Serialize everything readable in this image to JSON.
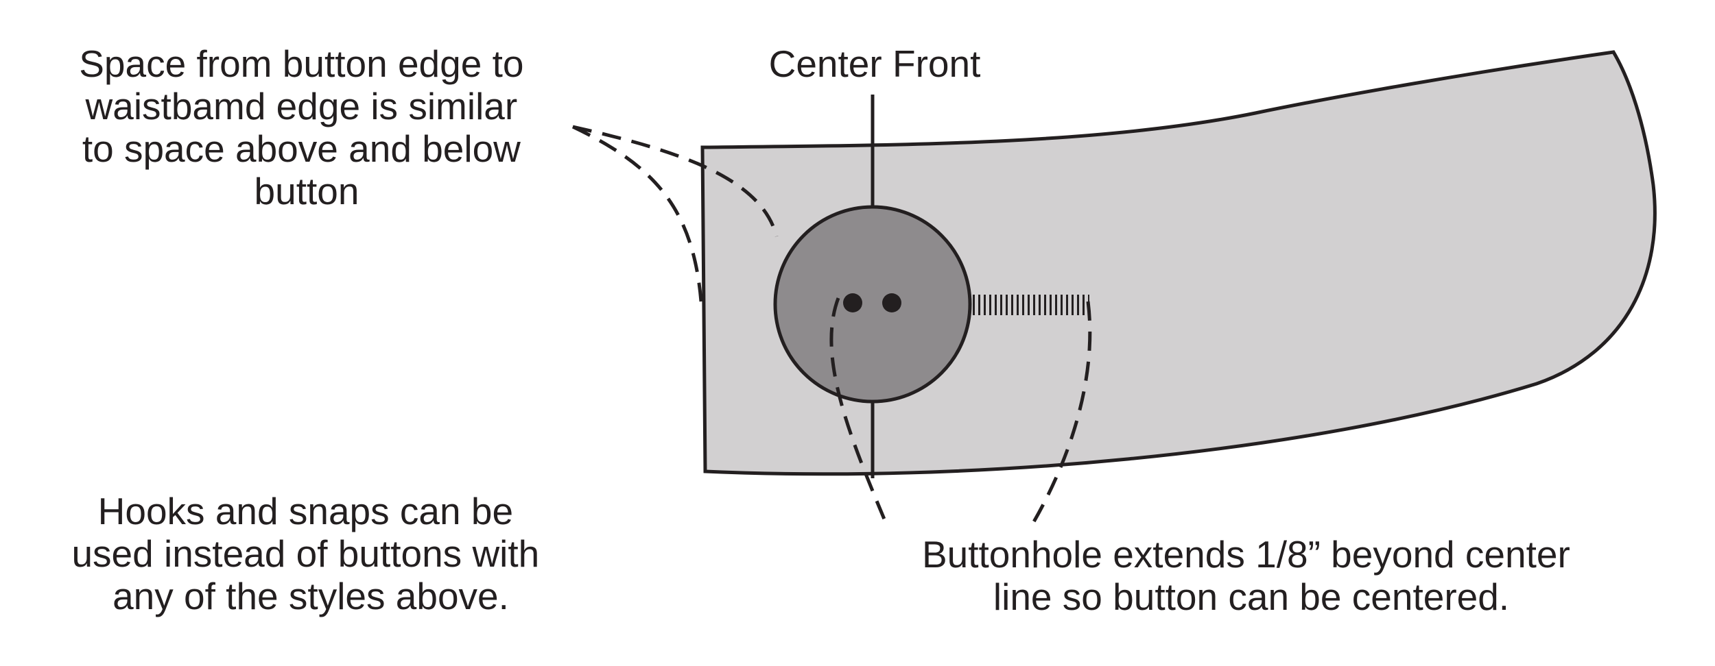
{
  "labels": {
    "center_front": "Center Front",
    "spacing_note": [
      "Space from button edge to",
      "waistbamd edge is similar",
      "to space above and below",
      "button"
    ],
    "hooks_note": [
      "Hooks and snaps can be",
      "used instead of buttons with",
      "any of the styles above."
    ],
    "buttonhole_note": [
      "Buttonhole extends 1/8” beyond center",
      "line so button can be centered."
    ]
  },
  "colors": {
    "waistband_fill": "#d2d0d1",
    "button_fill": "#8e8b8d",
    "ink": "#231f20",
    "background": "#ffffff"
  }
}
